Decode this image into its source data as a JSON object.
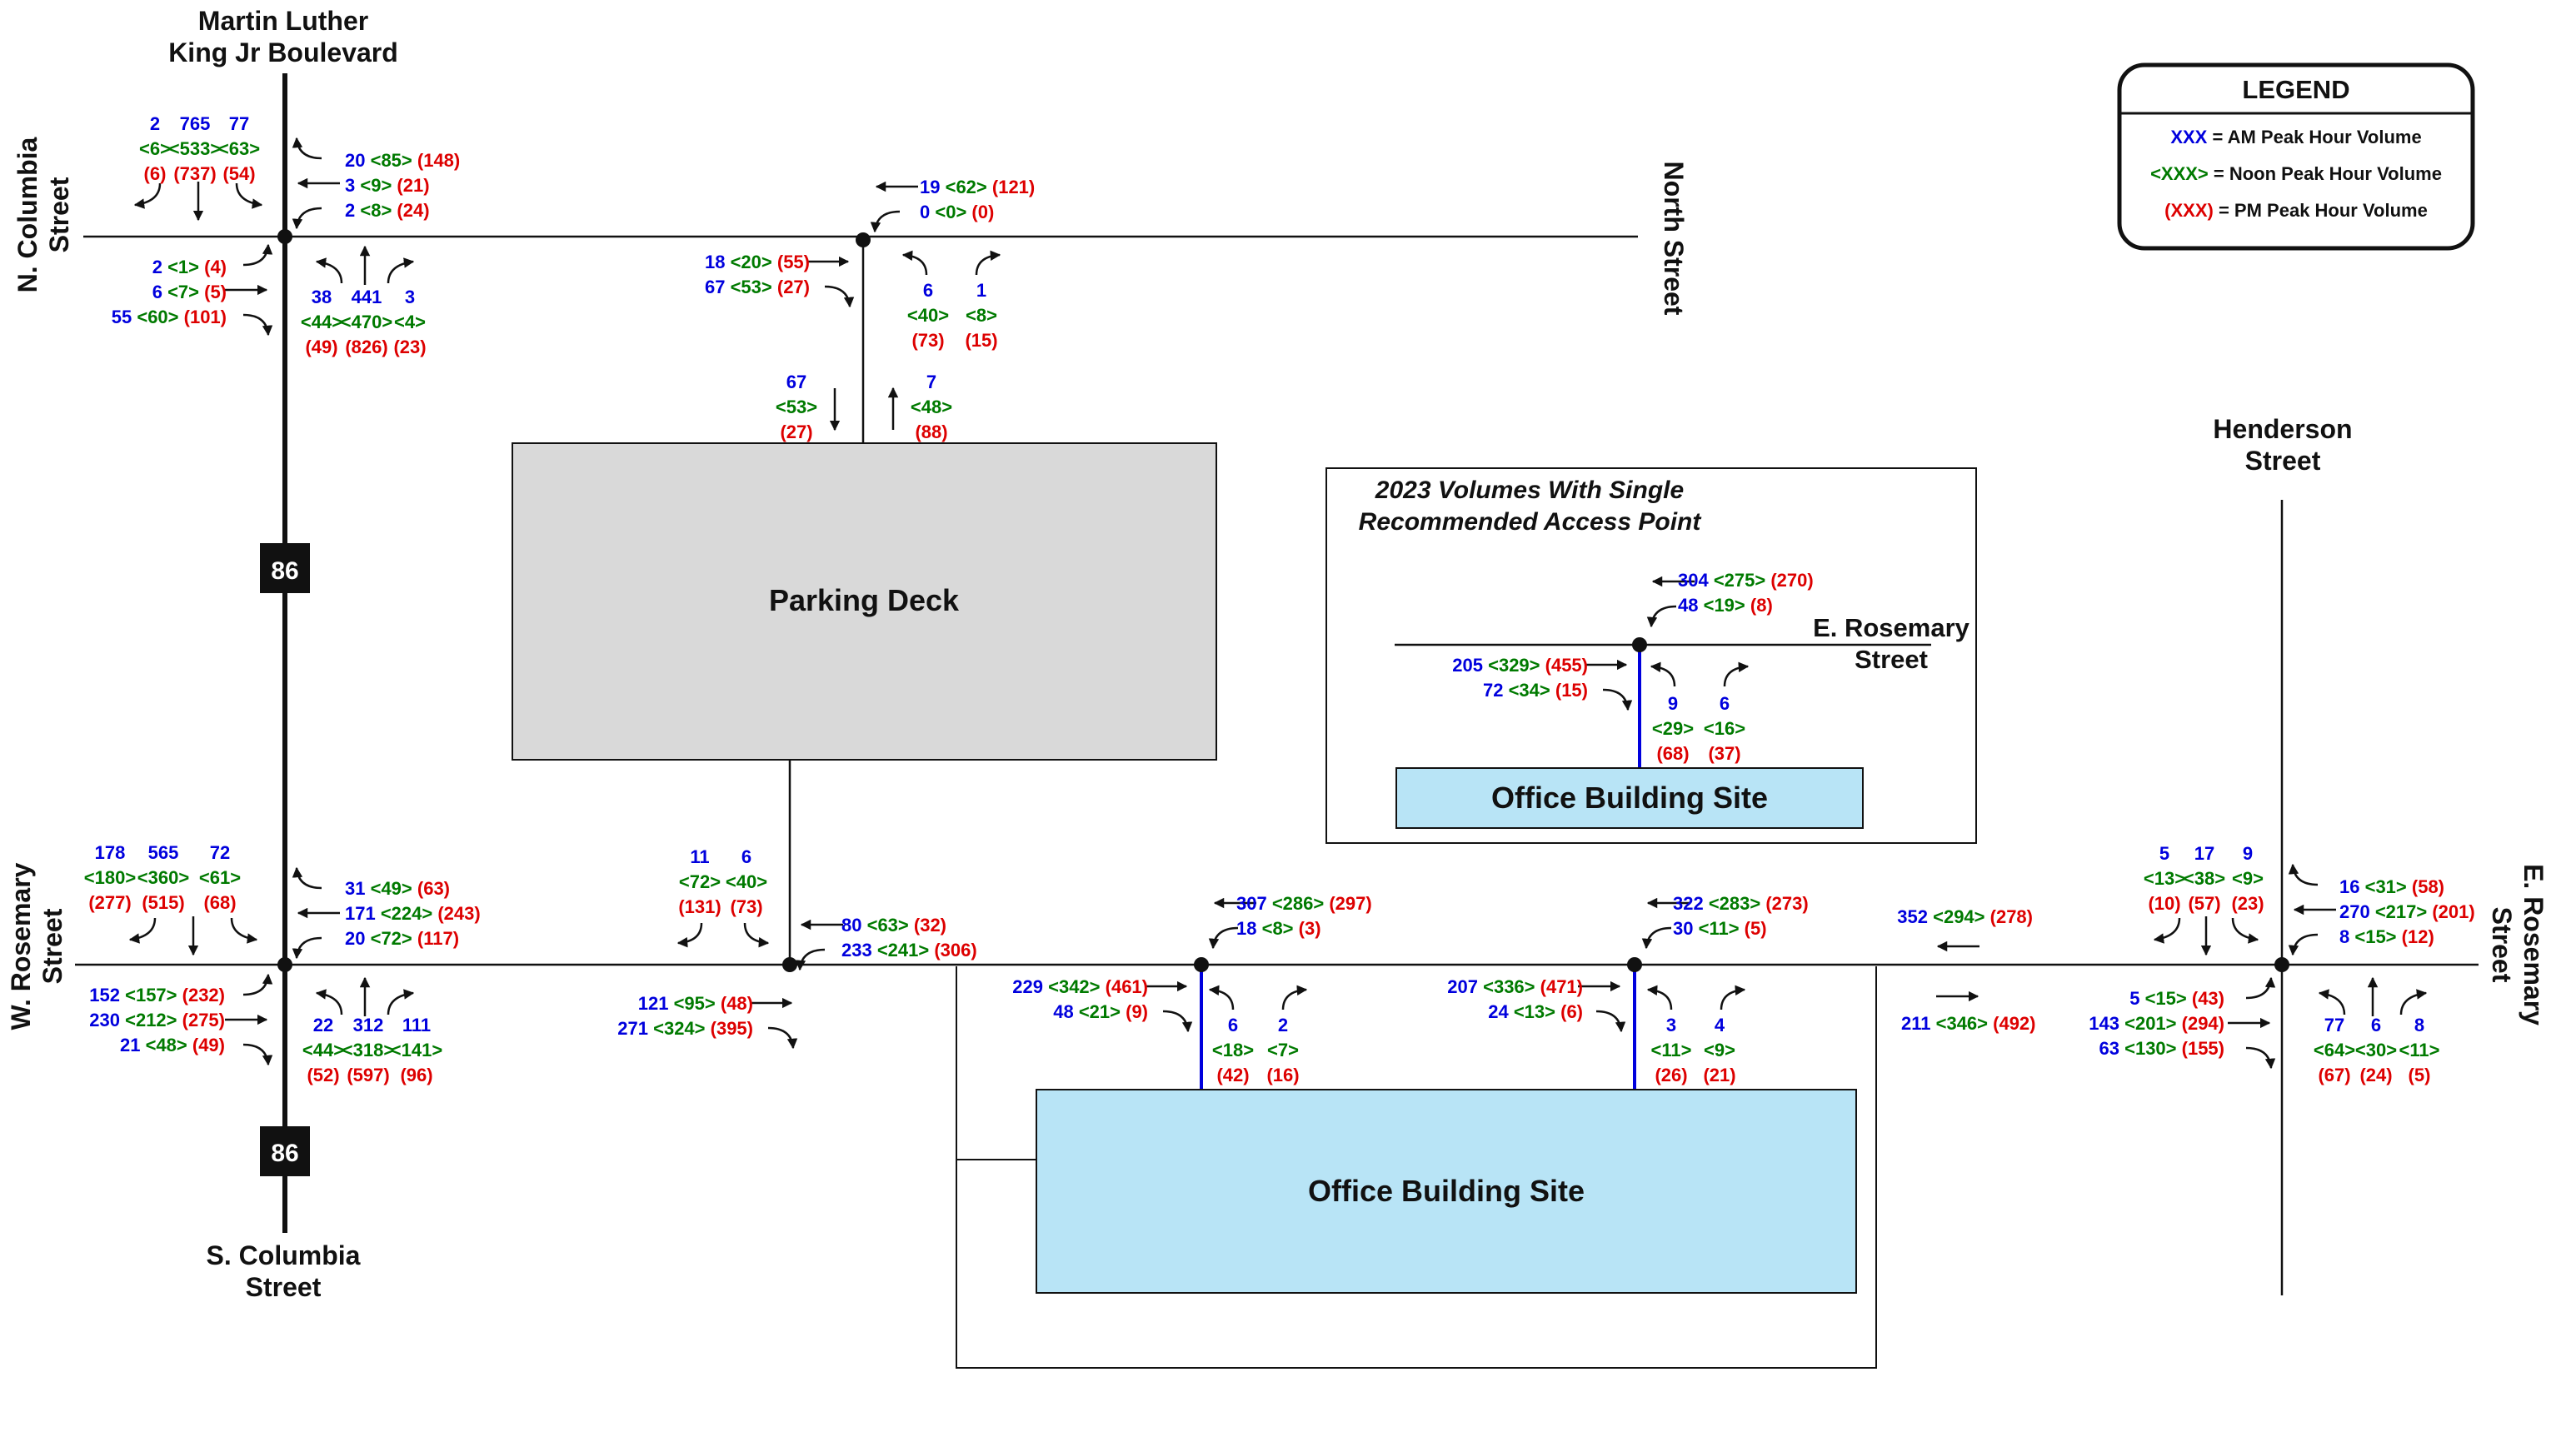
{
  "colors": {
    "am": "#0000dd",
    "noon": "#007a00",
    "pm": "#dd0000",
    "deck": "#d9d9d9",
    "site": "#b8e4f6"
  },
  "streets": {
    "mlk": "Martin Luther\nKing Jr Boulevard",
    "n_columbia": "N. Columbia\nStreet",
    "s_columbia": "S. Columbia\nStreet",
    "w_rosemary": "W. Rosemary\nStreet",
    "e_rosemary": "E. Rosemary\nStreet",
    "north": "North Street",
    "henderson": "Henderson\nStreet",
    "shield_label": "86"
  },
  "buildings": {
    "parking_deck": "Parking Deck",
    "office_site": "Office Building Site"
  },
  "inset": {
    "title": "2023 Volumes With Single\nRecommended Access Point",
    "street": "E. Rosemary\nStreet",
    "site": "Office Building Site"
  },
  "legend": {
    "title": "LEGEND",
    "rows": [
      {
        "key": "XXX",
        "text": " = AM Peak Hour Volume"
      },
      {
        "key": "<XXX>",
        "text": " = Noon Peak Hour Volume"
      },
      {
        "key": "(XXX)",
        "text": " = PM Peak Hour Volume"
      }
    ]
  },
  "volumes": {
    "mlk_sb": {
      "am": [
        "2",
        "765",
        "77"
      ],
      "noon": [
        "<6>",
        "<533>",
        "<63>"
      ],
      "pm": [
        "(6)",
        "(737)",
        "(54)"
      ]
    },
    "mlk_wb": [
      [
        "20",
        "<85>",
        "(148)"
      ],
      [
        "3",
        "<9>",
        "(21)"
      ],
      [
        "2",
        "<8>",
        "(24)"
      ]
    ],
    "mlk_eb": [
      [
        "2",
        "<1>",
        "(4)"
      ],
      [
        "6",
        "<7>",
        "(5)"
      ],
      [
        "55",
        "<60>",
        "(101)"
      ]
    ],
    "mlk_nb": {
      "am": [
        "38",
        "441",
        "3"
      ],
      "noon": [
        "<44>",
        "<470>",
        "<4>"
      ],
      "pm": [
        "(49)",
        "(826)",
        "(23)"
      ]
    },
    "north_wb": [
      [
        "19",
        "<62>",
        "(121)"
      ],
      [
        "0",
        "<0>",
        "(0)"
      ]
    ],
    "north_eb": [
      [
        "18",
        "<20>",
        "(55)"
      ],
      [
        "67",
        "<53>",
        "(27)"
      ]
    ],
    "north_nb": {
      "am": [
        "6",
        "1"
      ],
      "noon": [
        "<40>",
        "<8>"
      ],
      "pm": [
        "(73)",
        "(15)"
      ]
    },
    "deck_links": [
      [
        "67",
        "<53>",
        "(27)"
      ],
      [
        "7",
        "<48>",
        "(88)"
      ]
    ],
    "ros_sb": {
      "am": [
        "178",
        "565",
        "72"
      ],
      "noon": [
        "<180>",
        "<360>",
        "<61>"
      ],
      "pm": [
        "(277)",
        "(515)",
        "(68)"
      ]
    },
    "ros_wb": [
      [
        "31",
        "<49>",
        "(63)"
      ],
      [
        "171",
        "<224>",
        "(243)"
      ],
      [
        "20",
        "<72>",
        "(117)"
      ]
    ],
    "ros_eb": [
      [
        "152",
        "<157>",
        "(232)"
      ],
      [
        "230",
        "<212>",
        "(275)"
      ],
      [
        "21",
        "<48>",
        "(49)"
      ]
    ],
    "ros_nb": {
      "am": [
        "22",
        "312",
        "111"
      ],
      "noon": [
        "<44>",
        "<318>",
        "<141>"
      ],
      "pm": [
        "(52)",
        "(597)",
        "(96)"
      ]
    },
    "deck_sb": {
      "am": [
        "11",
        "6"
      ],
      "noon": [
        "<72>",
        "<40>"
      ],
      "pm": [
        "(131)",
        "(73)"
      ]
    },
    "deck_wb": [
      [
        "80",
        "<63>",
        "(32)"
      ],
      [
        "233",
        "<241>",
        "(306)"
      ]
    ],
    "deck_eb": [
      [
        "121",
        "<95>",
        "(48)"
      ],
      [
        "271",
        "<324>",
        "(395)"
      ]
    ],
    "d1_wb": [
      [
        "307",
        "<286>",
        "(297)"
      ],
      [
        "18",
        "<8>",
        "(3)"
      ]
    ],
    "d1_eb": [
      [
        "229",
        "<342>",
        "(461)"
      ],
      [
        "48",
        "<21>",
        "(9)"
      ]
    ],
    "d1_nb": {
      "am": [
        "6",
        "2"
      ],
      "noon": [
        "<18>",
        "<7>"
      ],
      "pm": [
        "(42)",
        "(16)"
      ]
    },
    "d2_wb": [
      [
        "322",
        "<283>",
        "(273)"
      ],
      [
        "30",
        "<11>",
        "(5)"
      ]
    ],
    "d2_eb": [
      [
        "207",
        "<336>",
        "(471)"
      ],
      [
        "24",
        "<13>",
        "(6)"
      ]
    ],
    "d2_nb": {
      "am": [
        "3",
        "4"
      ],
      "noon": [
        "<11>",
        "<9>"
      ],
      "pm": [
        "(26)",
        "(21)"
      ]
    },
    "link_wb": [
      "352",
      "<294>",
      "(278)"
    ],
    "link_eb": [
      "211",
      "<346>",
      "(492)"
    ],
    "hen_sb": {
      "am": [
        "5",
        "17",
        "9"
      ],
      "noon": [
        "<13>",
        "<38>",
        "<9>"
      ],
      "pm": [
        "(10)",
        "(57)",
        "(23)"
      ]
    },
    "hen_wb": [
      [
        "16",
        "<31>",
        "(58)"
      ],
      [
        "270",
        "<217>",
        "(201)"
      ],
      [
        "8",
        "<15>",
        "(12)"
      ]
    ],
    "hen_eb": [
      [
        "5",
        "<15>",
        "(43)"
      ],
      [
        "143",
        "<201>",
        "(294)"
      ],
      [
        "63",
        "<130>",
        "(155)"
      ]
    ],
    "hen_nb": {
      "am": [
        "77",
        "6",
        "8"
      ],
      "noon": [
        "<64>",
        "<30>",
        "<11>"
      ],
      "pm": [
        "(67)",
        "(24)",
        "(5)"
      ]
    },
    "ins_wb": [
      [
        "304",
        "<275>",
        "(270)"
      ],
      [
        "48",
        "<19>",
        "(8)"
      ]
    ],
    "ins_eb": [
      [
        "205",
        "<329>",
        "(455)"
      ],
      [
        "72",
        "<34>",
        "(15)"
      ]
    ],
    "ins_nb": {
      "am": [
        "9",
        "6"
      ],
      "noon": [
        "<29>",
        "<16>"
      ],
      "pm": [
        "(68)",
        "(37)"
      ]
    }
  }
}
